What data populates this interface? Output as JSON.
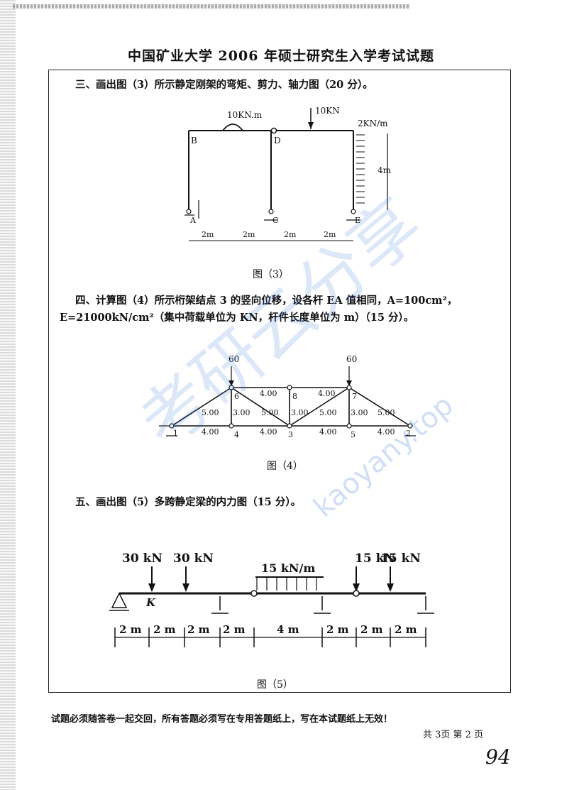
{
  "header": {
    "title": "中国矿业大学 2006 年硕士研究生入学考试试题"
  },
  "q3": {
    "text": "三、画出图（3）所示静定刚架的弯矩、剪力、轴力图（20 分）。",
    "moment_label": "10KN.m",
    "force_label": "10KN",
    "dist_label": "2KN/m",
    "height_label": "4m",
    "nodes": [
      "A",
      "B",
      "C",
      "D",
      "E"
    ],
    "spans": [
      "2m",
      "2m",
      "2m",
      "2m"
    ],
    "caption": "图（3）"
  },
  "q4": {
    "line1": "四、计算图（4）所示桁架结点 3 的竖向位移，设各杆 EA 值相同，A=100cm²，",
    "line2": "E=21000kN/cm²（集中荷载单位为 KN，杆件长度单位为 m）（15 分）。",
    "load_left": "60",
    "load_right": "60",
    "member_labels": [
      "4.00",
      "4.00",
      "5.00",
      "3.00",
      "5.00",
      "3.00",
      "5.00",
      "3.00",
      "5.00",
      "4.00",
      "4.00",
      "4.00",
      "4.00"
    ],
    "node_labels": [
      "1",
      "2",
      "3",
      "4",
      "5",
      "6",
      "7",
      "8"
    ],
    "caption": "图（4）"
  },
  "q5": {
    "text": "五、画出图（5）多跨静定梁的内力图（15 分）。",
    "loads": [
      "30 kN",
      "30 kN",
      "15 kN/m",
      "15 kN",
      "15 kN"
    ],
    "point_label": "K",
    "spans": [
      "2 m",
      "2 m",
      "2 m",
      "2 m",
      "4 m",
      "2 m",
      "2 m",
      "2 m"
    ],
    "caption": "图（5）"
  },
  "footer": {
    "note": "试题必须随答卷一起交回，所有答题必须写在专用答题纸上，写在本试题纸上无效！",
    "pages": "共 3页    第 2 页",
    "handwritten": "94"
  },
  "watermark": {
    "cn": "考研云分享",
    "en": "kaoyany.top"
  }
}
